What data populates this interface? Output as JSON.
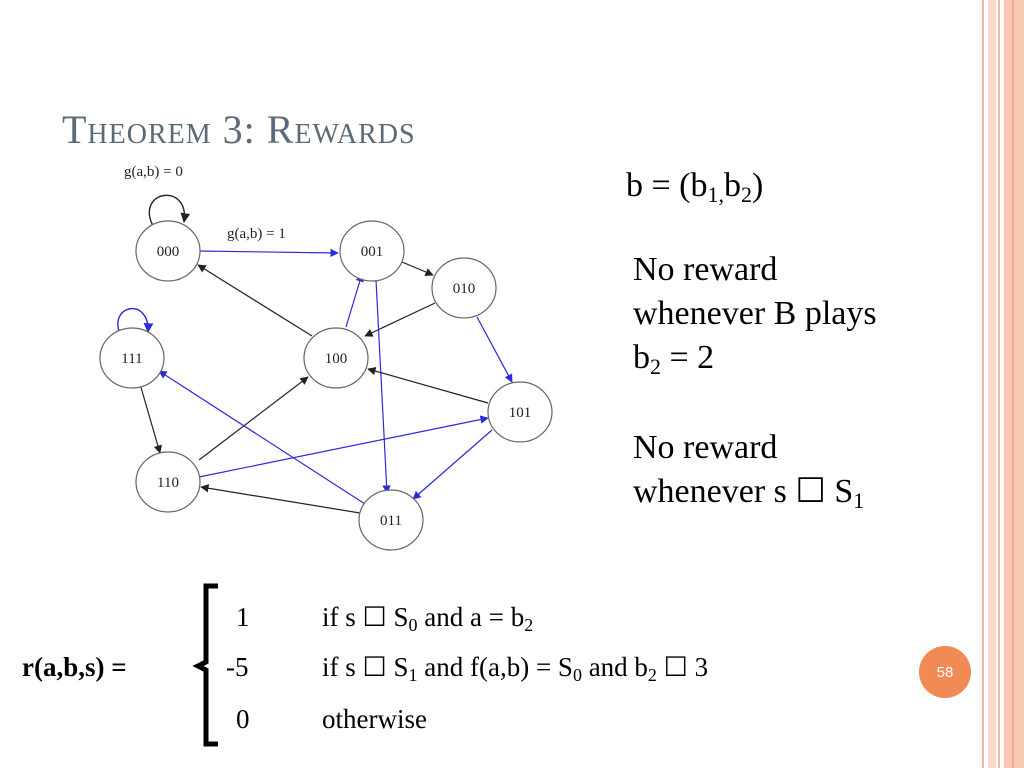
{
  "slide": {
    "title": "Theorem 3: Rewards",
    "page_number": "58",
    "accent_color": "#f28a55"
  },
  "diagram": {
    "edge_label_self": "g(a,b) = 0",
    "edge_label_main": "g(a,b) = 1",
    "nodes": [
      "000",
      "001",
      "010",
      "100",
      "111",
      "101",
      "110",
      "011"
    ],
    "edge_colors": {
      "blue": "#2b2bd8",
      "black": "#222222"
    }
  },
  "right_panel": {
    "b_def": {
      "prefix": "b = (b",
      "sub1": "1,",
      "mid": "b",
      "sub2": "2",
      "suffix": ")"
    },
    "rule1": {
      "line1": "No reward",
      "line2": "whenever B plays",
      "line3_prefix": "b",
      "line3_sub": "2",
      "line3_suffix": " = 2"
    },
    "rule2": {
      "line1": "No reward",
      "line2_prefix": "whenever s ",
      "symbol": "☐",
      "line2_mid": " S",
      "line2_sub": "1"
    }
  },
  "formula": {
    "lhs": "r(a,b,s) =",
    "rows": [
      {
        "value": "1",
        "cond": [
          [
            "if s "
          ],
          [
            "☐"
          ],
          [
            " S"
          ],
          [
            "0",
            "sub"
          ],
          [
            " and a = b"
          ],
          [
            "2",
            "sub"
          ]
        ]
      },
      {
        "value": "-5",
        "cond": [
          [
            "if s "
          ],
          [
            "☐"
          ],
          [
            " S"
          ],
          [
            "1",
            "sub"
          ],
          [
            " and f(a,b) = S"
          ],
          [
            "0",
            "sub"
          ],
          [
            " and b"
          ],
          [
            "2",
            "sub"
          ],
          [
            " "
          ],
          [
            "☐"
          ],
          [
            "  3"
          ]
        ]
      },
      {
        "value": "0",
        "cond": [
          [
            "otherwise"
          ]
        ]
      }
    ]
  }
}
